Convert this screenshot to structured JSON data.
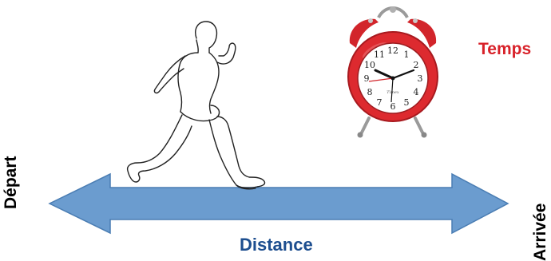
{
  "labels": {
    "temps": "Temps",
    "distance": "Distance",
    "depart": "Départ",
    "arrivee": "Arrivée"
  },
  "clock": {
    "numerals": [
      "12",
      "1",
      "2",
      "3",
      "4",
      "5",
      "6",
      "7",
      "8",
      "9",
      "10",
      "11"
    ],
    "brand": "Timex",
    "case_color": "#dd2a2f",
    "face_color": "#ffffff"
  },
  "arrow": {
    "fill_color": "#6b9ccf",
    "stroke_color": "#4a7db3"
  },
  "icons": {
    "runner": "runner-icon",
    "clock": "alarm-clock-icon",
    "arrow": "double-arrow-icon"
  }
}
